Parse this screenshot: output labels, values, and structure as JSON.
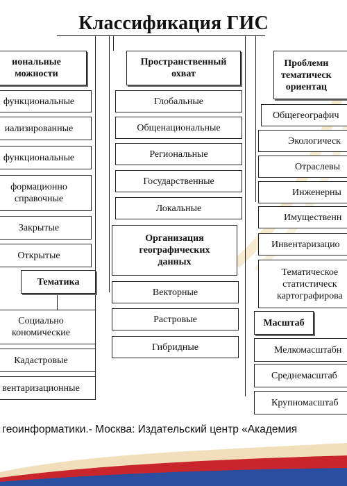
{
  "title": "Классификация ГИС",
  "columns": {
    "left": {
      "header": [
        "иональные",
        "можности"
      ],
      "items": [
        "функциональные",
        "иализированные",
        "функциональные",
        [
          "формационно",
          "справочные"
        ],
        "Закрытые",
        "Открытые"
      ],
      "sub_header": "Тематика",
      "sub_items": [
        [
          "Социально",
          "кономические"
        ],
        "Кадастровые",
        "вентаризационные"
      ]
    },
    "middle": {
      "header": [
        "Пространственный",
        "охват"
      ],
      "items": [
        "Глобальные",
        "Общенациональные",
        "Региональные",
        "Государственные",
        "Локальные"
      ],
      "sub_header": [
        "Организация",
        "географических",
        "данных"
      ],
      "sub_items": [
        "Векторные",
        "Растровые",
        "Гибридные"
      ]
    },
    "right": {
      "header": [
        "Проблемн",
        "тематическ",
        "ориентац"
      ],
      "items": [
        "Общегеографич",
        "Экологическ",
        "Отраслевы",
        "Инженерны",
        "Имущественн",
        "Инвентаризацио",
        [
          "Тематическое",
          "статистическ",
          "картографирова"
        ]
      ],
      "sub_header": "Масштаб",
      "sub_items": [
        "Мелкомасштабн",
        "Среднемасштаб",
        "Крупномасштаб"
      ]
    }
  },
  "footer": "еновы геоинформатики.- Москва: Издательский центр «Академия",
  "colors": {
    "swoosh_blue": "#2a4fa0",
    "swoosh_red": "#c8252c",
    "swoosh_gold": "#e7c98f",
    "line": "#222222"
  }
}
